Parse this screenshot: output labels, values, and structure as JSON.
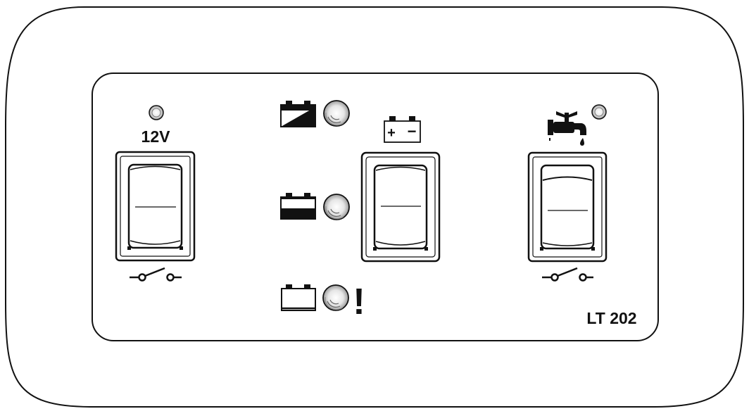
{
  "panel": {
    "voltage_label": "12V",
    "model_label": "LT 202",
    "battery_plus": "+",
    "battery_minus": "−",
    "alarm_mark": "!"
  },
  "switches": [
    {
      "id": "power",
      "state": "off"
    },
    {
      "id": "battery-test",
      "state": "off"
    },
    {
      "id": "water-pump",
      "state": "on"
    }
  ],
  "battery_levels": [
    {
      "level": "full",
      "fill": 1.0
    },
    {
      "level": "half",
      "fill": 0.5
    },
    {
      "level": "empty",
      "fill": 0.0
    }
  ],
  "icons": [
    "led-indicator-icon",
    "battery-full-icon",
    "battery-half-icon",
    "battery-empty-icon",
    "battery-icon",
    "water-tap-icon",
    "switch-symbol-icon"
  ],
  "colors": {
    "stroke": "#111111",
    "background": "#ffffff"
  }
}
